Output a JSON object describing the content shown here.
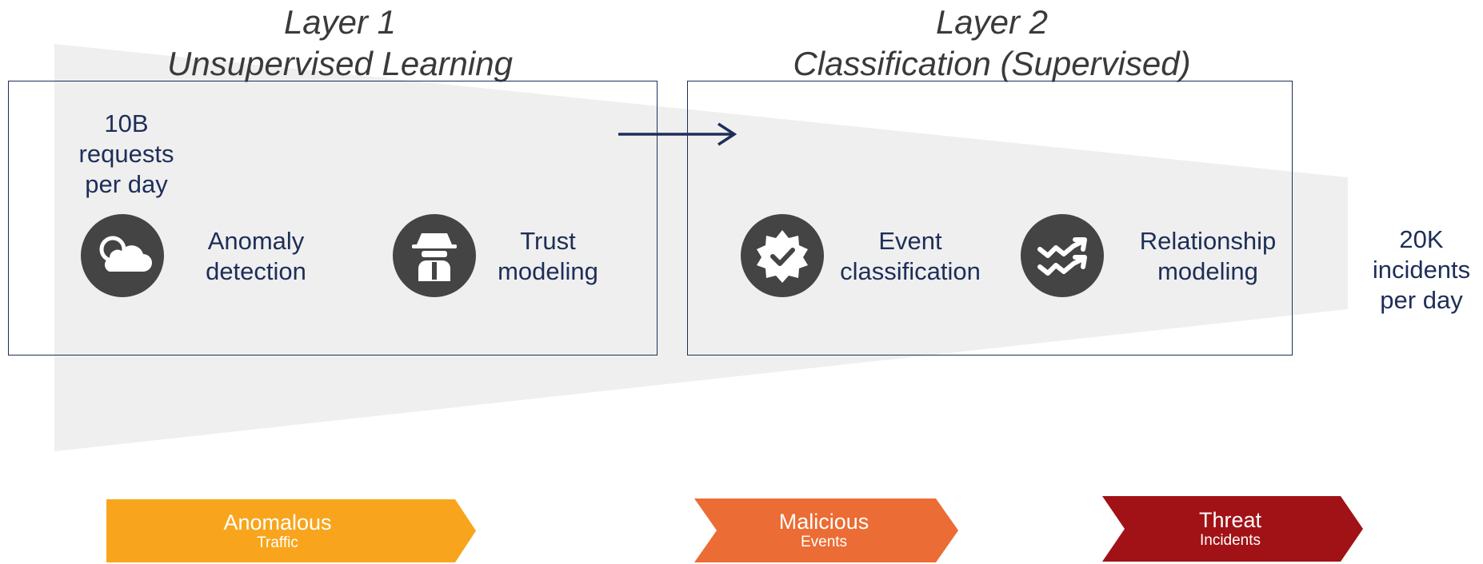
{
  "layers": [
    {
      "title_line1": "Layer 1",
      "title_line2": "Unsupervised Learning"
    },
    {
      "title_line1": "Layer 2",
      "title_line2": "Classification (Supervised)"
    }
  ],
  "input_volume": {
    "line1": "10B",
    "line2": "requests",
    "line3": "per day"
  },
  "output_volume": {
    "line1": "20K",
    "line2": "incidents",
    "line3": "per day"
  },
  "steps": [
    {
      "icon": "cloud-search-icon",
      "line1": "Anomaly",
      "line2": "detection"
    },
    {
      "icon": "spy-agent-icon",
      "line1": "Trust",
      "line2": "modeling"
    },
    {
      "icon": "verified-badge-icon",
      "line1": "Event",
      "line2": "classification"
    },
    {
      "icon": "trend-arrows-icon",
      "line1": "Relationship",
      "line2": "modeling"
    }
  ],
  "stages": [
    {
      "main": "Anomalous",
      "sub": "Traffic",
      "color": "#f8a51d"
    },
    {
      "main": "Malicious",
      "sub": "Events",
      "color": "#eb6c34"
    },
    {
      "main": "Threat",
      "sub": "Incidents",
      "color": "#a11216"
    }
  ],
  "colors": {
    "funnel": "#efefef",
    "box_border": "#1e2e58",
    "icon_bg": "#444444",
    "text": "#1e2e58"
  }
}
